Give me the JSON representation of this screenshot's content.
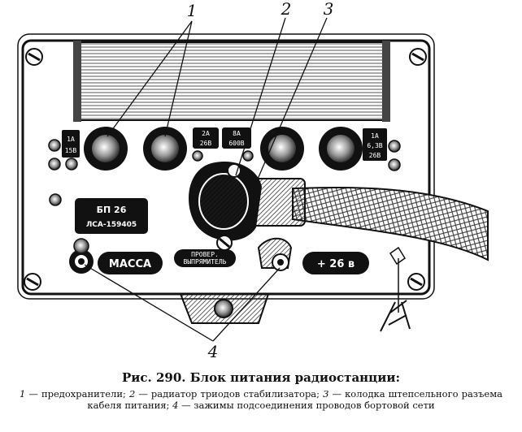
{
  "callouts": [
    "1",
    "2",
    "3",
    "4"
  ],
  "plates": {
    "model": "БП 26",
    "model_serial": "ЛСА-159405",
    "ground": "МАССА",
    "voltage": "+ 26 в",
    "fuse_left_top": "2А",
    "fuse_left_bottom": "26В",
    "fuse_right_top": "8А",
    "fuse_right_bottom": "600В",
    "small_left_a": "1А",
    "small_left_b": "15В",
    "small_right_a": "1А",
    "small_right_b": "6,3В",
    "small_right_c": "26В",
    "center_label_a": "ПРОВЕР.",
    "center_label_b": "ВЫПРЯМИТЕЛЬ"
  },
  "caption": {
    "title": "Рис. 290. Блок питания радиостанции:",
    "legend": [
      {
        "num": "1",
        "text": " — предохранители; "
      },
      {
        "num": "2",
        "text": " — радиатор триодов стабилизатора; "
      },
      {
        "num": "3",
        "text": " — колодка штепсельного разъема кабеля питания; "
      },
      {
        "num": "4",
        "text": " — зажимы подсоединения проводов бортовой сети"
      }
    ]
  }
}
